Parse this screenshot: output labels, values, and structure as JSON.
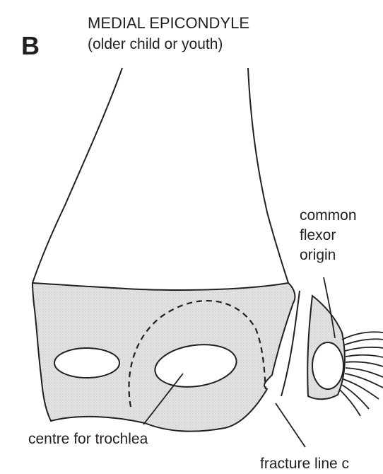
{
  "figure": {
    "panel_letter": "B",
    "title_line1": "MEDIAL EPICONDYLE",
    "title_line2": "(older child or youth)",
    "labels": {
      "common_flexor_line1": "common",
      "common_flexor_line2": "flexor",
      "common_flexor_line3": "origin",
      "trochlea": "centre for trochlea",
      "fracture": "fracture line c"
    },
    "colors": {
      "ink": "#231f20",
      "stipple": "#d9d9d9",
      "background": "#ffffff"
    }
  }
}
